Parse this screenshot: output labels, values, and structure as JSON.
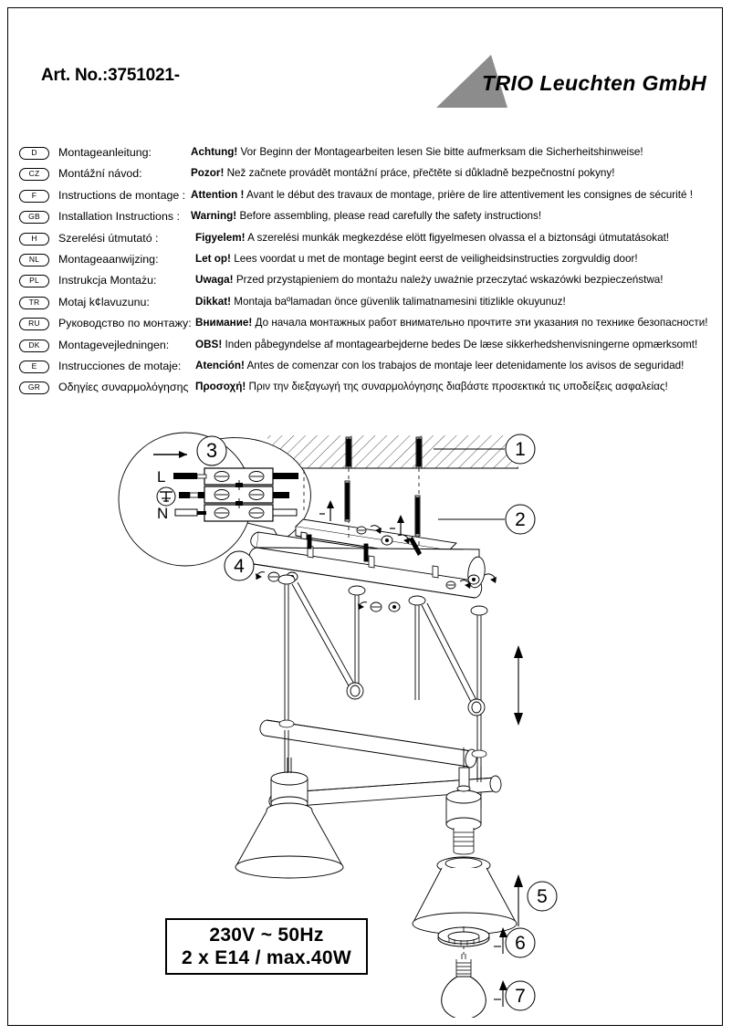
{
  "header": {
    "article_number": "Art. No.:3751021-",
    "brand": "TRIO Leuchten GmbH"
  },
  "languages": [
    {
      "code": "D",
      "name": "Montageanleitung:",
      "bold": "Achtung!",
      "rest": " Vor Beginn der Montagearbeiten lesen Sie bitte aufmerksam die Sicherheitshinweise!"
    },
    {
      "code": "CZ",
      "name": "Montážní návod:",
      "bold": "Pozor!",
      "rest": " Než začnete provádět montážní práce, přečtěte si důkladně bezpečnostní pokyny!"
    },
    {
      "code": "F",
      "name": "Instructions de montage :",
      "bold": "Attention  !",
      "rest": " Avant le début des travaux de montage, prière de lire attentivement les consignes de sécurité !"
    },
    {
      "code": "GB",
      "name": "Installation Instructions :",
      "bold": "Warning!",
      "rest": " Before assembling, please read carefully the safety instructions!"
    },
    {
      "code": "H",
      "name": "Szerelési útmutató :",
      "bold": "Figyelem!",
      "rest": " A szerelési munkák megkezdése elött figyelmesen olvassa el a biztonsági útmutatásokat!"
    },
    {
      "code": "NL",
      "name": "Montageaanwijzing:",
      "bold": "Let op!",
      "rest": " Lees voordat u met de montage begint eerst de veiligheidsinstructies zorgvuldig door!"
    },
    {
      "code": "PL",
      "name": "Instrukcja Montażu:",
      "bold": "Uwaga!",
      "rest": " Przed przystąpieniem do montażu należy uważnie przeczytać wskazówki bezpieczeństwa!"
    },
    {
      "code": "TR",
      "name": "Motaj k¢lavuzunu:",
      "bold": "Dikkat!",
      "rest": " Montaja baºlamadan önce güvenlik talimatnamesini titizlikle okuyunuz!"
    },
    {
      "code": "RU",
      "name": "Руководство по монтажу:",
      "bold": "Внимание!",
      "rest": " До начала монтажных работ внимательно прочтите эти указания по технике безопасности!"
    },
    {
      "code": "DK",
      "name": "Montagevejledningen:",
      "bold": "OBS!",
      "rest": " Inden påbegyndelse af montagearbejderne bedes De læse sikkerhedshenvisningerne opmærksomt!"
    },
    {
      "code": "E",
      "name": "Instrucciones de motaje:",
      "bold": "Atención!",
      "rest": " Antes de comenzar con los trabajos de montaje leer detenidamente los avisos de seguridad!"
    },
    {
      "code": "GR",
      "name": "Οδηγίες συναρμολόγησης",
      "bold": "Προσοχή!",
      "rest": " Πριν την διεξαγωγή της συναρμολόγησης διαβάστε προσεκτικά τις υποδείξεις ασφαλείας!"
    }
  ],
  "diagram": {
    "step_callouts": [
      "1",
      "2",
      "3",
      "4",
      "5",
      "6",
      "7"
    ],
    "wiring_labels": {
      "live": "L",
      "earth": "⏚",
      "neutral": "N"
    }
  },
  "spec": {
    "line1": "230V ~ 50Hz",
    "line2": "2 x E14 / max.40W"
  },
  "colors": {
    "ink": "#000000",
    "paper": "#ffffff",
    "logo_gray": "#8c8c8c"
  }
}
